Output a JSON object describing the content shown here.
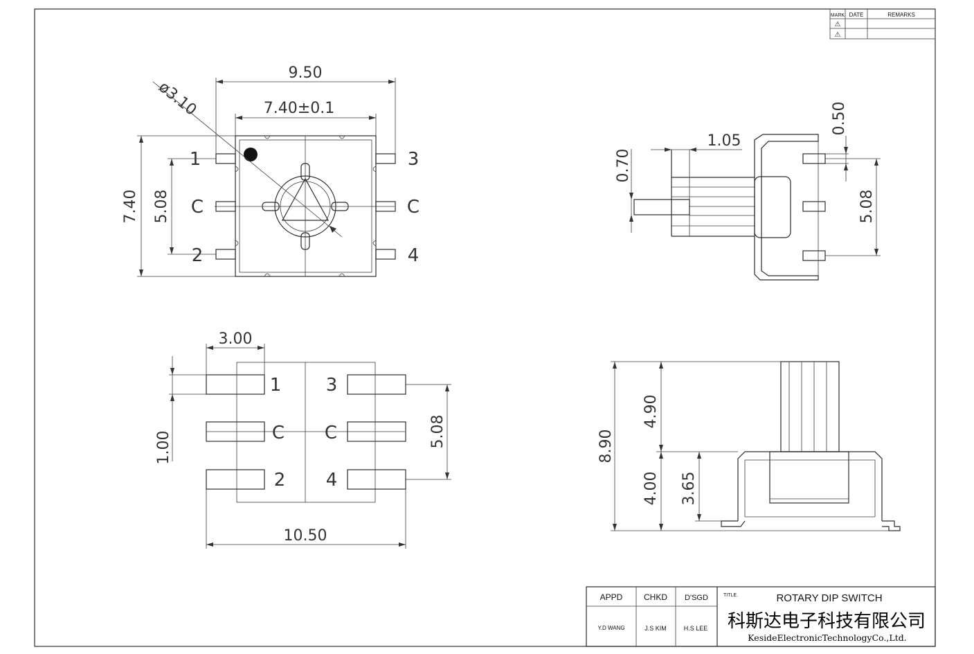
{
  "revision_table": {
    "headers": [
      "MARK",
      "DATE",
      "REMARKS"
    ],
    "rows": [
      {
        "mark": "⚠",
        "date": "",
        "remarks": ""
      },
      {
        "mark": "⚠",
        "date": "",
        "remarks": ""
      }
    ]
  },
  "top_view": {
    "dim_width_outer": "9.50",
    "dim_width_body": "7.40±0.1",
    "dim_diameter": "ø3.10",
    "dim_height": "7.40",
    "dim_pitch": "5.08",
    "pin_labels": {
      "p1": "1",
      "p2": "2",
      "p3": "3",
      "p4": "4",
      "c_left": "C",
      "c_right": "C"
    }
  },
  "footprint": {
    "dim_pad_length": "3.00",
    "dim_pad_width": "1.00",
    "dim_pitch": "5.08",
    "dim_total_width": "10.50",
    "pad_labels": {
      "p1": "1",
      "p3": "3",
      "c_left": "C",
      "c_right": "C",
      "p2": "2",
      "p4": "4"
    }
  },
  "side_view": {
    "dim_lead": "1.05",
    "dim_lead_thickness": "0.70",
    "dim_offset": "0.50",
    "dim_pitch": "5.08"
  },
  "front_view": {
    "dim_total": "8.90",
    "dim_upper": "4.90",
    "dim_lower": "4.00",
    "dim_body": "3.65"
  },
  "title_block": {
    "appd_label": "APPD",
    "chkd_label": "CHKD",
    "dsgd_label": "D'SGD",
    "title_label": "TITLE.",
    "appd_name": "Y.D WANG",
    "chkd_name": "J.S KIM",
    "dsgd_name": "H.S LEE",
    "title": "ROTARY DIP SWITCH",
    "company_cn": "科斯达电子科技有限公司",
    "company_en": "KesideElectronicTechnologyCo.,Ltd."
  }
}
